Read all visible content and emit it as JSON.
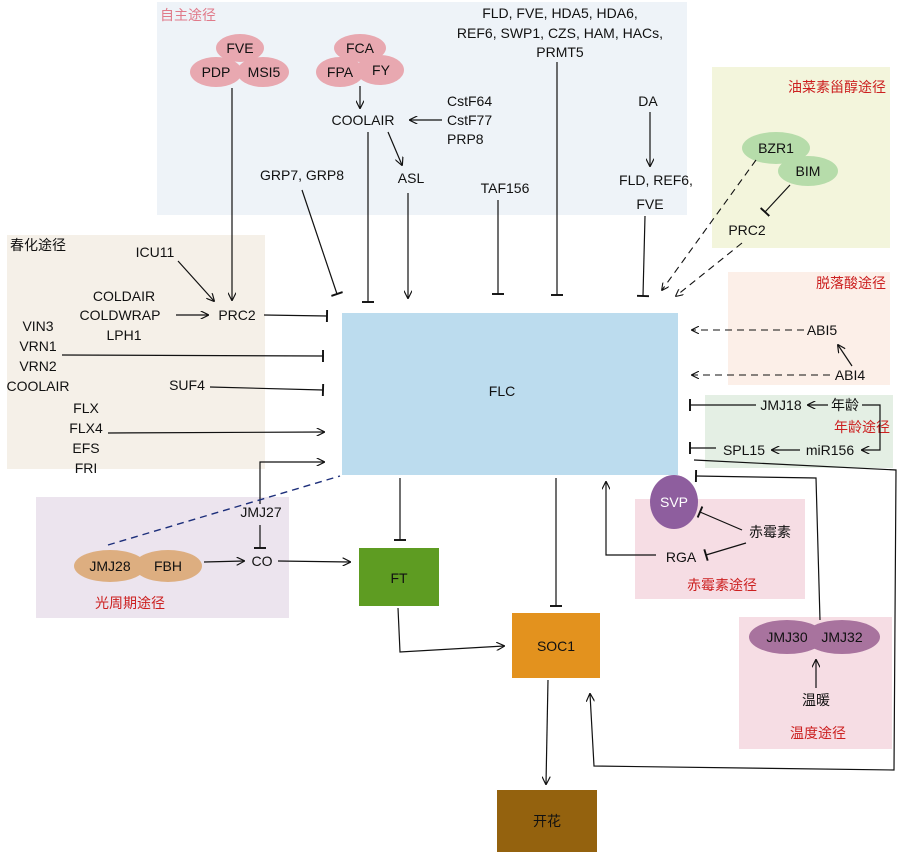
{
  "pathways": {
    "autonomous": {
      "title": "自主途径",
      "bg": "#eef3f8",
      "title_color": "#e07a8a"
    },
    "vernalization": {
      "title": "春化途径",
      "bg": "#f5f0e8"
    },
    "photoperiod": {
      "title": "光周期途径",
      "bg": "#ece4ee",
      "title_color": "#cc2020"
    },
    "brassinosteroid": {
      "title": "油菜素甾醇途径",
      "bg": "#f3f5dc",
      "title_color": "#cc2020"
    },
    "abscisic_acid": {
      "title": "脱落酸途径",
      "bg": "#fcefe8",
      "title_color": "#cc2020"
    },
    "age": {
      "title": "年龄途径",
      "bg": "#e4efe4",
      "title_color": "#cc2020"
    },
    "gibberellin": {
      "title": "赤霉素途径",
      "bg": "#f6dde4",
      "title_color": "#cc2020"
    },
    "temperature": {
      "title": "温度途径",
      "bg": "#f6dde4",
      "title_color": "#cc2020"
    }
  },
  "nodes": {
    "flc": {
      "label": "FLC",
      "color": "#bcdcee"
    },
    "ft": {
      "label": "FT",
      "color": "#5e9c22"
    },
    "soc1": {
      "label": "SOC1",
      "color": "#e3921e"
    },
    "flowering": {
      "label": "开花",
      "color": "#94620e"
    },
    "fve_cluster": [
      "FVE",
      "PDP",
      "MSI5"
    ],
    "fca_cluster": [
      "FCA",
      "FPA",
      "FY"
    ],
    "coolair_auto": "COOLAIR",
    "cstf": [
      "CstF64",
      "CstF77",
      "PRP8"
    ],
    "asl": "ASL",
    "grp": "GRP7, GRP8",
    "taf": "TAF156",
    "top_list": [
      "FLD, FVE, HDA5, HDA6,",
      "REF6, SWP1, CZS, HAM, HACs,",
      "PRMT5"
    ],
    "da": "DA",
    "fld_ref6": [
      "FLD, REF6,",
      "FVE"
    ],
    "bzr1": "BZR1",
    "bim": "BIM",
    "prc2_br": "PRC2",
    "abi5": "ABI5",
    "abi4": "ABI4",
    "jmj18": "JMJ18",
    "age_word_top": "年龄",
    "mir156": "miR156",
    "spl15": "SPL15",
    "svp": "SVP",
    "ga_word": "赤霉素",
    "rga": "RGA",
    "jmj30": "JMJ30",
    "jmj32": "JMJ32",
    "warm": "温暖",
    "icu11": "ICU11",
    "cold": [
      "COLDAIR",
      "COLDWRAP",
      "LPH1"
    ],
    "prc2_vern": "PRC2",
    "vin": [
      "VIN3",
      "VRN1",
      "VRN2",
      "COOLAIR"
    ],
    "suf4": "SUF4",
    "flx": [
      "FLX",
      "FLX4",
      "EFS",
      "FRI"
    ],
    "jmj27": "JMJ27",
    "jmj28": "JMJ28",
    "fbh": "FBH",
    "co": "CO"
  },
  "colors": {
    "pink_ellipse": "#e8a8b0",
    "green_ellipse": "#b6dcaa",
    "purple_ellipse": "#8e5e9e",
    "mauve_ellipse": "#a8739e",
    "tan_ellipse": "#ddae80"
  }
}
